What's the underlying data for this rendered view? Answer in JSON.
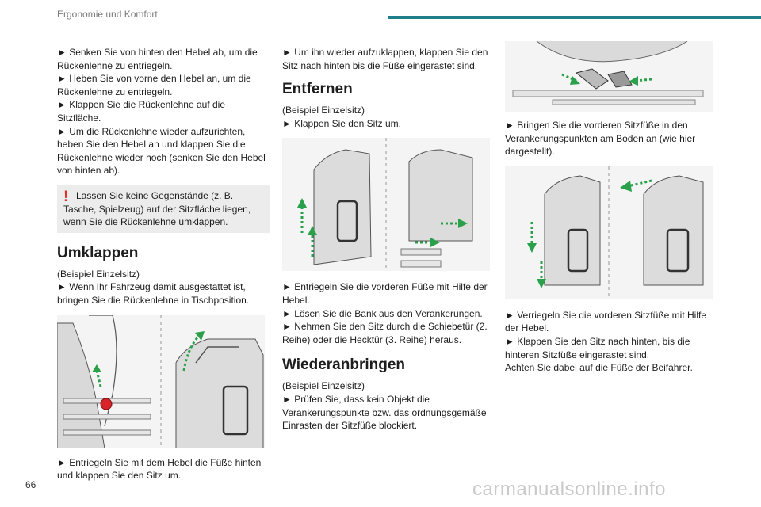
{
  "header": {
    "title": "Ergonomie und Komfort",
    "accent_color": "#1f7f8a"
  },
  "column1": {
    "intro": [
      "► Senken Sie von hinten den Hebel ab, um die Rückenlehne zu entriegeln.",
      "► Heben Sie von vorne den Hebel an, um die Rückenlehne zu entriegeln.",
      "► Klappen Sie die Rückenlehne auf die Sitzfläche.",
      "► Um die Rückenlehne wieder aufzurichten, heben Sie den Hebel an und klappen Sie die Rückenlehne wieder hoch (senken Sie den Hebel von hinten ab)."
    ],
    "warning": {
      "icon": "exclamation-icon",
      "text": "Lassen Sie keine Gegenstände (z. B. Tasche, Spielzeug) auf der Sitzfläche liegen, wenn Sie die Rückenlehne umklappen."
    },
    "umklappen": {
      "heading": "Umklappen",
      "example": "(Beispiel Einzelsitz)",
      "step": "► Wenn Ihr Fahrzeug damit ausgestattet ist, bringen Sie die Rückenlehne in Tischposition.",
      "after_figure": "► Entriegeln Sie mit dem Hebel die Füße hinten und klappen Sie den Sitz um."
    }
  },
  "column2": {
    "top": "► Um ihn wieder aufzuklappen, klappen Sie den Sitz nach hinten bis die Füße eingerastet sind.",
    "entfernen": {
      "heading": "Entfernen",
      "example": "(Beispiel Einzelsitz)",
      "step": "► Klappen Sie den Sitz um.",
      "after_figure": [
        "► Entriegeln Sie die vorderen Füße mit Hilfe der Hebel.",
        "► Lösen Sie die Bank aus den Verankerungen.",
        "► Nehmen Sie den Sitz durch die Schiebetür (2. Reihe) oder die Hecktür (3. Reihe) heraus."
      ]
    },
    "wiederanbringen": {
      "heading": "Wiederanbringen",
      "example": "(Beispiel Einzelsitz)",
      "step": "► Prüfen Sie, dass kein Objekt die Verankerungspunkte bzw. das ordnungsgemäße Einrasten der Sitzfüße blockiert."
    }
  },
  "column3": {
    "after_figure1": "► Bringen Sie die vorderen Sitzfüße in den Verankerungspunkten am Boden an (wie hier dargestellt).",
    "after_figure2": [
      "► Verriegeln Sie die vorderen Sitzfüße mit Hilfe der Hebel.",
      "► Klappen Sie den Sitz nach hinten, bis die hinteren Sitzfüße eingerastet sind.",
      "Achten Sie dabei auf die Füße der Beifahrer."
    ]
  },
  "footer": {
    "page_number": "66",
    "watermark": "carmanualsonline.info"
  }
}
